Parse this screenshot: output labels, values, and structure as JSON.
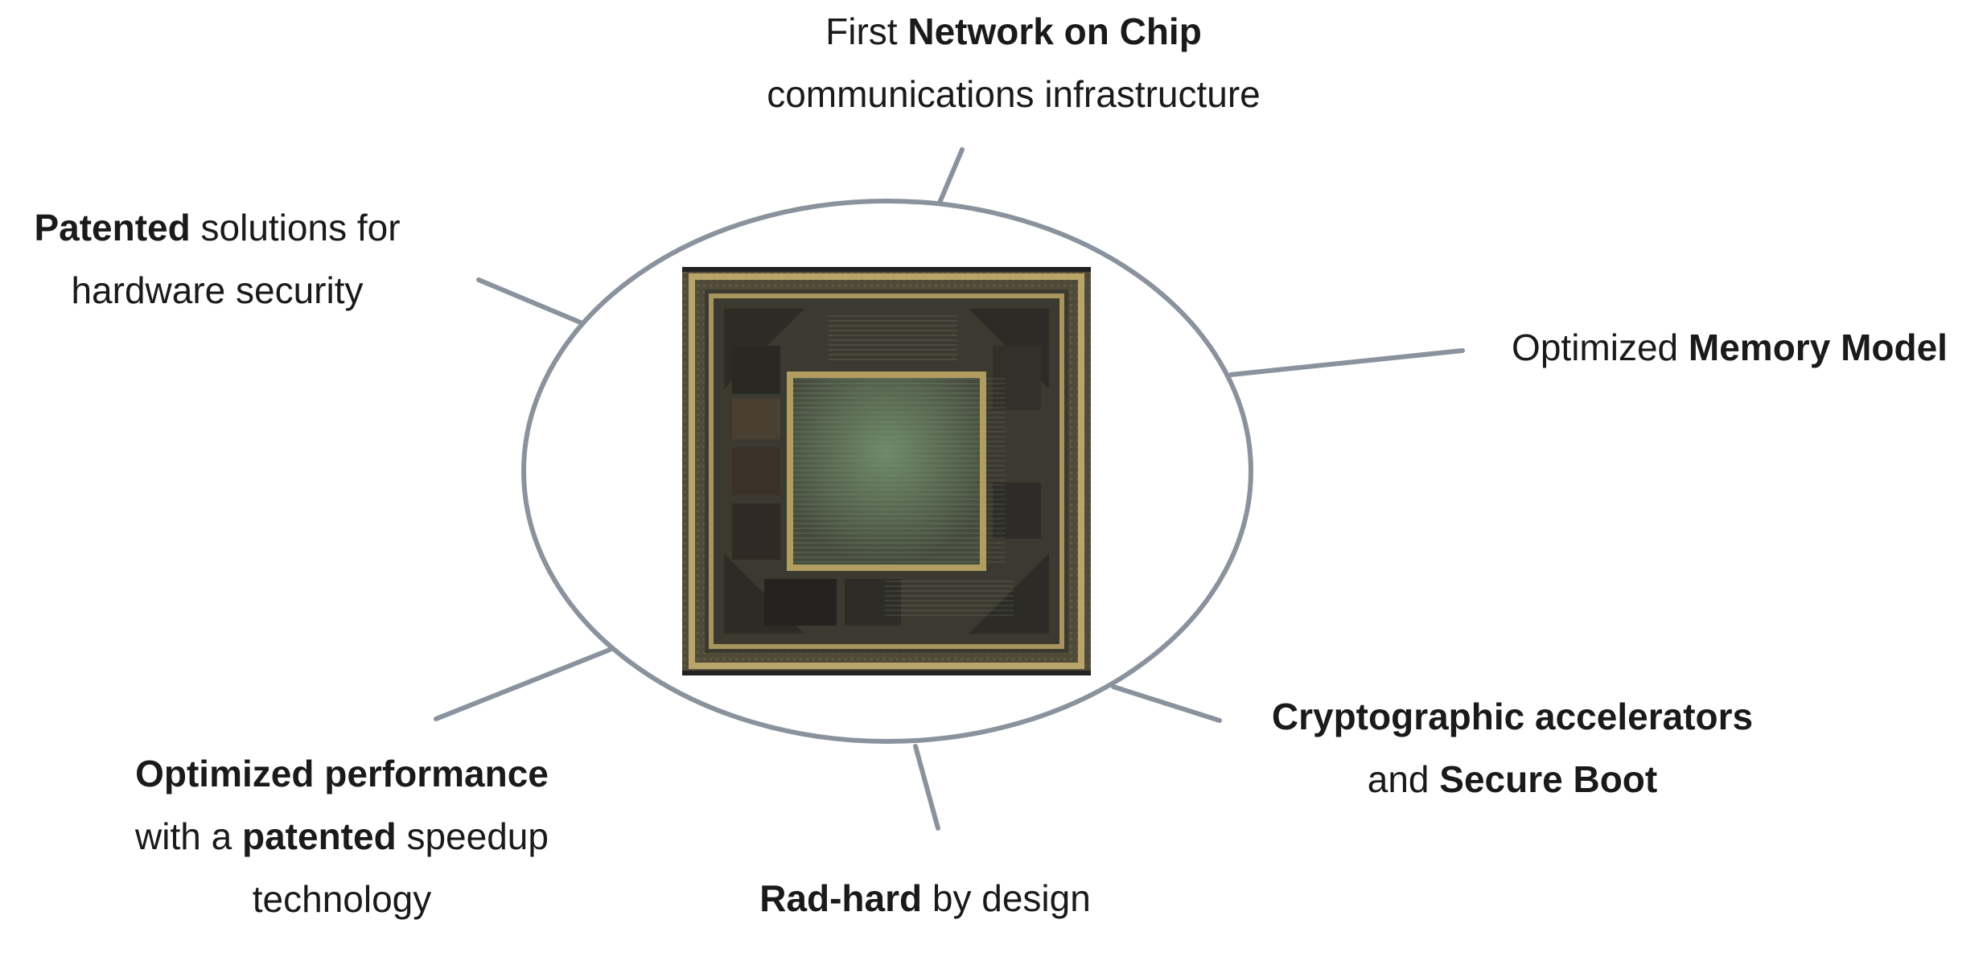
{
  "labels": {
    "noc": {
      "l1a": "First ",
      "l1b": "Network on Chip",
      "l2": "communications infrastructure"
    },
    "sec": {
      "l1a": "Patented",
      "l1b": " solutions for",
      "l2": "hardware security"
    },
    "mem": {
      "l1a": "Optimized ",
      "l1b": "Memory Model"
    },
    "crypto": {
      "l1": "Cryptographic accelerators",
      "l2a": "and ",
      "l2b": "Secure Boot"
    },
    "rad": {
      "l1a": "Rad-hard",
      "l1b": " by design"
    },
    "perf": {
      "l1": "Optimized performance",
      "l2a": "with a ",
      "l2b": "patented",
      "l2c": " speedup",
      "l3": "technology"
    }
  },
  "colors": {
    "ring": "#8a939d",
    "text": "#1a1a1a"
  }
}
